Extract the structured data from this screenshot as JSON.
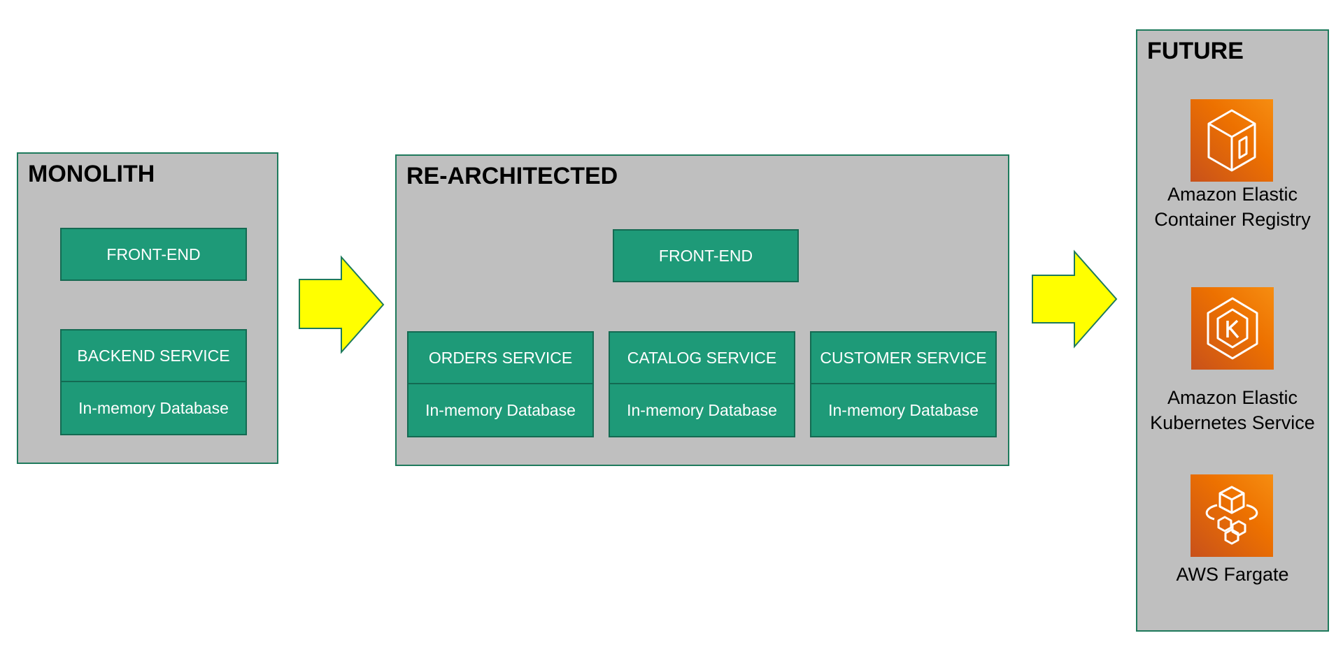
{
  "monolith": {
    "title": "MONOLITH",
    "frontend": "FRONT-END",
    "backend": "BACKEND SERVICE",
    "db": "In-memory Database"
  },
  "rearchitected": {
    "title": "RE-ARCHITECTED",
    "frontend": "FRONT-END",
    "services": [
      {
        "name": "ORDERS SERVICE",
        "db": "In-memory Database"
      },
      {
        "name": "CATALOG SERVICE",
        "db": "In-memory Database"
      },
      {
        "name": "CUSTOMER SERVICE",
        "db": "In-memory Database"
      }
    ]
  },
  "future": {
    "title": "FUTURE",
    "items": [
      {
        "icon": "container-registry-icon",
        "line1": "Amazon Elastic",
        "line2": "Container Registry"
      },
      {
        "icon": "kubernetes-icon",
        "line1": "Amazon Elastic",
        "line2": "Kubernetes Service"
      },
      {
        "icon": "fargate-icon",
        "line1": "AWS Fargate",
        "line2": ""
      }
    ]
  },
  "colors": {
    "panel": "#bfbfbf",
    "box": "#1e9a78",
    "border": "#146a52",
    "arrow_fill": "#ffff00",
    "connector": "#7f7f7f",
    "aws_orange": "#ed7100"
  }
}
